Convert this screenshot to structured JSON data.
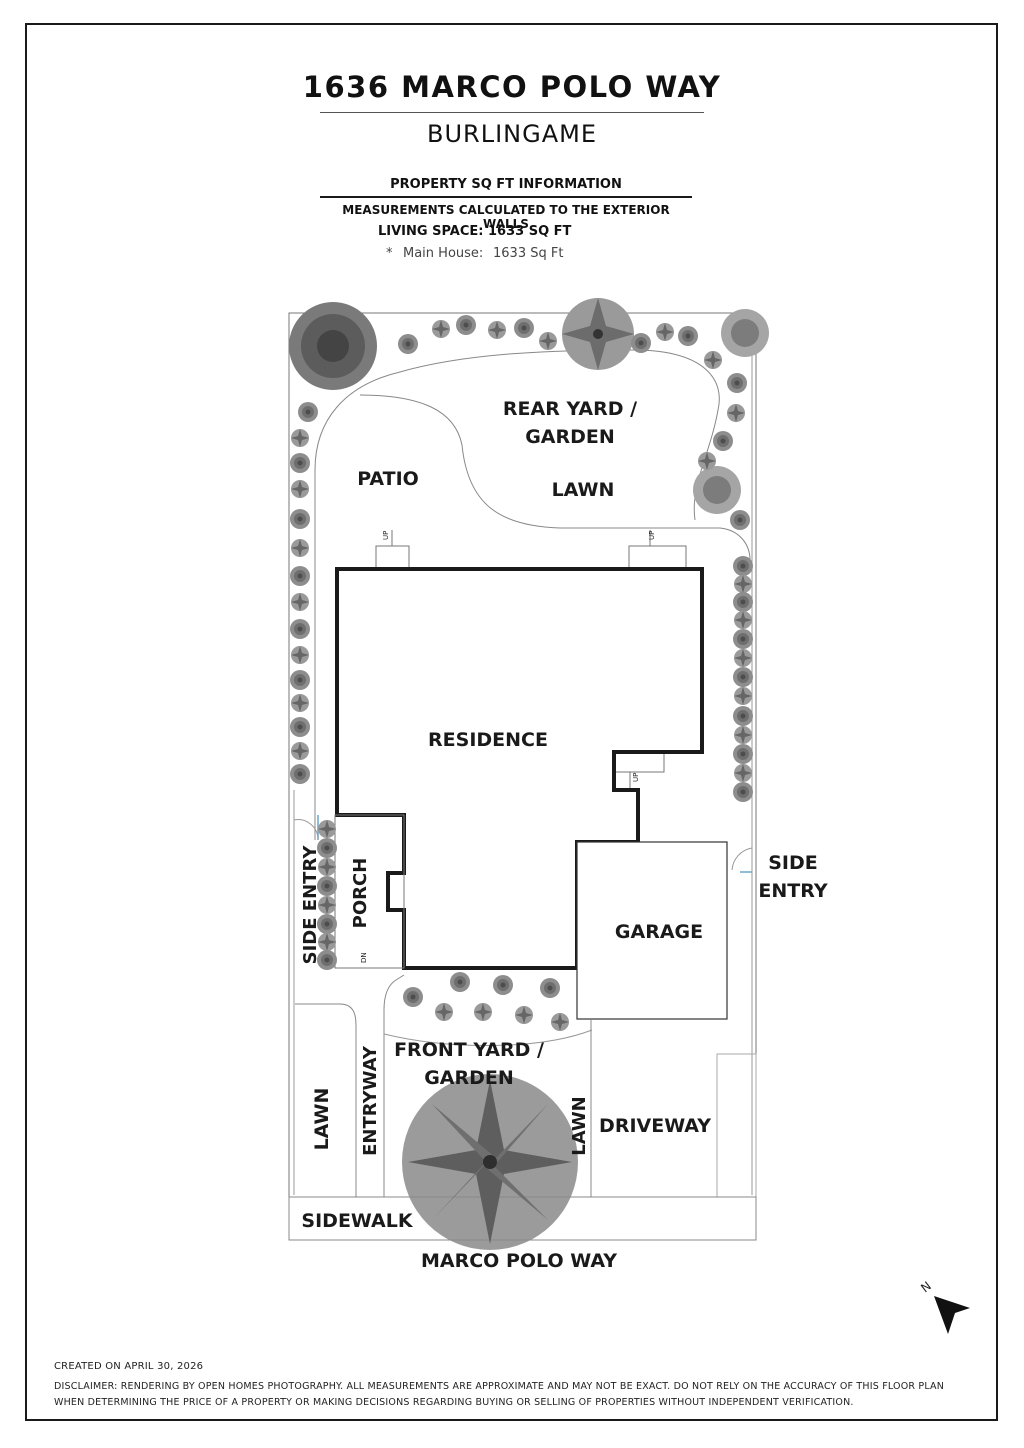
{
  "header": {
    "address": "1636 MARCO POLO WAY",
    "city": "BURLINGAME"
  },
  "info": {
    "heading": "PROPERTY SQ FT INFORMATION",
    "measurements": "MEASUREMENTS CALCULATED TO THE EXTERIOR WALLS",
    "living_space": "LIVING SPACE: 1633 SQ FT",
    "bullet": "*",
    "main_house_label": "Main House:",
    "main_house_value": "1633 Sq Ft"
  },
  "plan": {
    "rear_yard_line1": "REAR YARD /",
    "rear_yard_line2": "GARDEN",
    "patio": "PATIO",
    "lawn_rear": "LAWN",
    "residence": "RESIDENCE",
    "porch": "PORCH",
    "side_entry_left": "SIDE ENTRY",
    "side_entry_right_line1": "SIDE",
    "side_entry_right_line2": "ENTRY",
    "garage": "GARAGE",
    "front_yard_line1": "FRONT YARD /",
    "front_yard_line2": "GARDEN",
    "lawn_front_left": "LAWN",
    "entryway": "ENTRYWAY",
    "lawn_front_right": "LAWN",
    "driveway": "DRIVEWAY",
    "sidewalk": "SIDEWALK",
    "street": "MARCO POLO WAY",
    "up_label": "UP",
    "dn_label": "DN",
    "north_label": "N"
  },
  "footer": {
    "created": "CREATED ON APRIL 30, 2026",
    "disclaimer_line1": "DISCLAIMER: RENDERING BY OPEN HOMES PHOTOGRAPHY. ALL MEASUREMENTS ARE APPROXIMATE AND MAY NOT BE EXACT. DO NOT RELY ON THE ACCURACY OF THIS FLOOR PLAN",
    "disclaimer_line2": "WHEN DETERMINING THE PRICE OF A PROPERTY OR MAKING DECISIONS REGARDING BUYING OR SELLING OF PROPERTIES WITHOUT INDEPENDENT VERIFICATION."
  }
}
